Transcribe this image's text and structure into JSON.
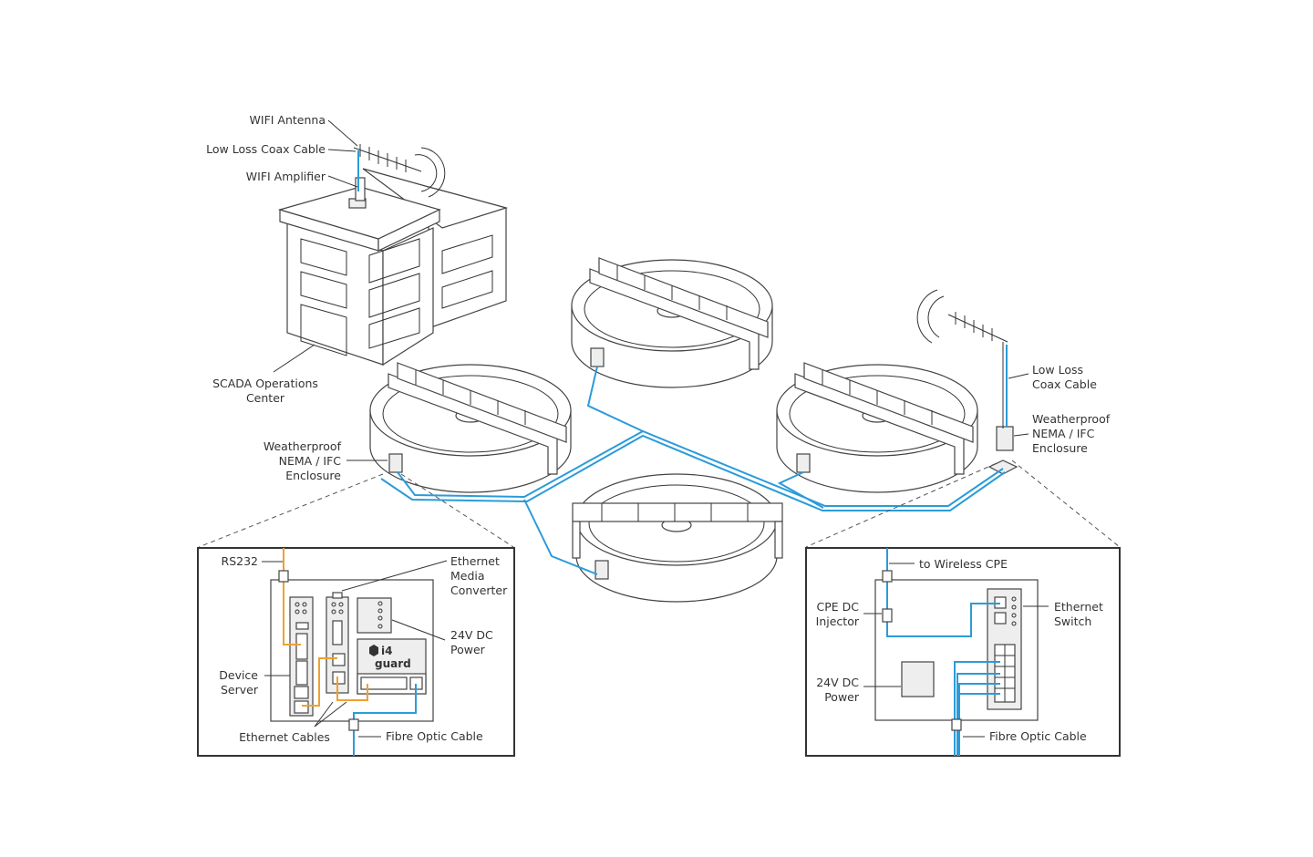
{
  "diagram": {
    "colors": {
      "fibre_cable": "#2b9bd9",
      "ethernet_cable": "#f0a030",
      "outline": "#444444"
    },
    "site_labels": {
      "wifi_antenna": "WIFI Antenna",
      "coax_cable_left": "Low Loss Coax Cable",
      "wifi_amplifier": "WIFI Amplifier",
      "scada_line1": "SCADA Operations",
      "scada_line2": "Center",
      "enclosure_left_line1": "Weatherproof",
      "enclosure_left_line2": "NEMA / IFC",
      "enclosure_left_line3": "Enclosure",
      "coax_right_line1": "Low Loss",
      "coax_right_line2": "Coax Cable",
      "enclosure_right_line1": "Weatherproof",
      "enclosure_right_line2": "NEMA / IFC",
      "enclosure_right_line3": "Enclosure"
    },
    "left_detail": {
      "rs232": "RS232",
      "media_converter_line1": "Ethernet",
      "media_converter_line2": "Media",
      "media_converter_line3": "Converter",
      "power_line1": "24V DC",
      "power_line2": "Power",
      "device_server_line1": "Device",
      "device_server_line2": "Server",
      "ethernet_cables": "Ethernet Cables",
      "fibre_cable": "Fibre Optic Cable",
      "logo_line1": "i4",
      "logo_line2": "guard"
    },
    "right_detail": {
      "wireless_cpe": "to Wireless CPE",
      "injector_line1": "CPE DC",
      "injector_line2": "Injector",
      "switch_line1": "Ethernet",
      "switch_line2": "Switch",
      "power_line1": "24V DC",
      "power_line2": "Power",
      "fibre_cable": "Fibre Optic Cable"
    }
  }
}
